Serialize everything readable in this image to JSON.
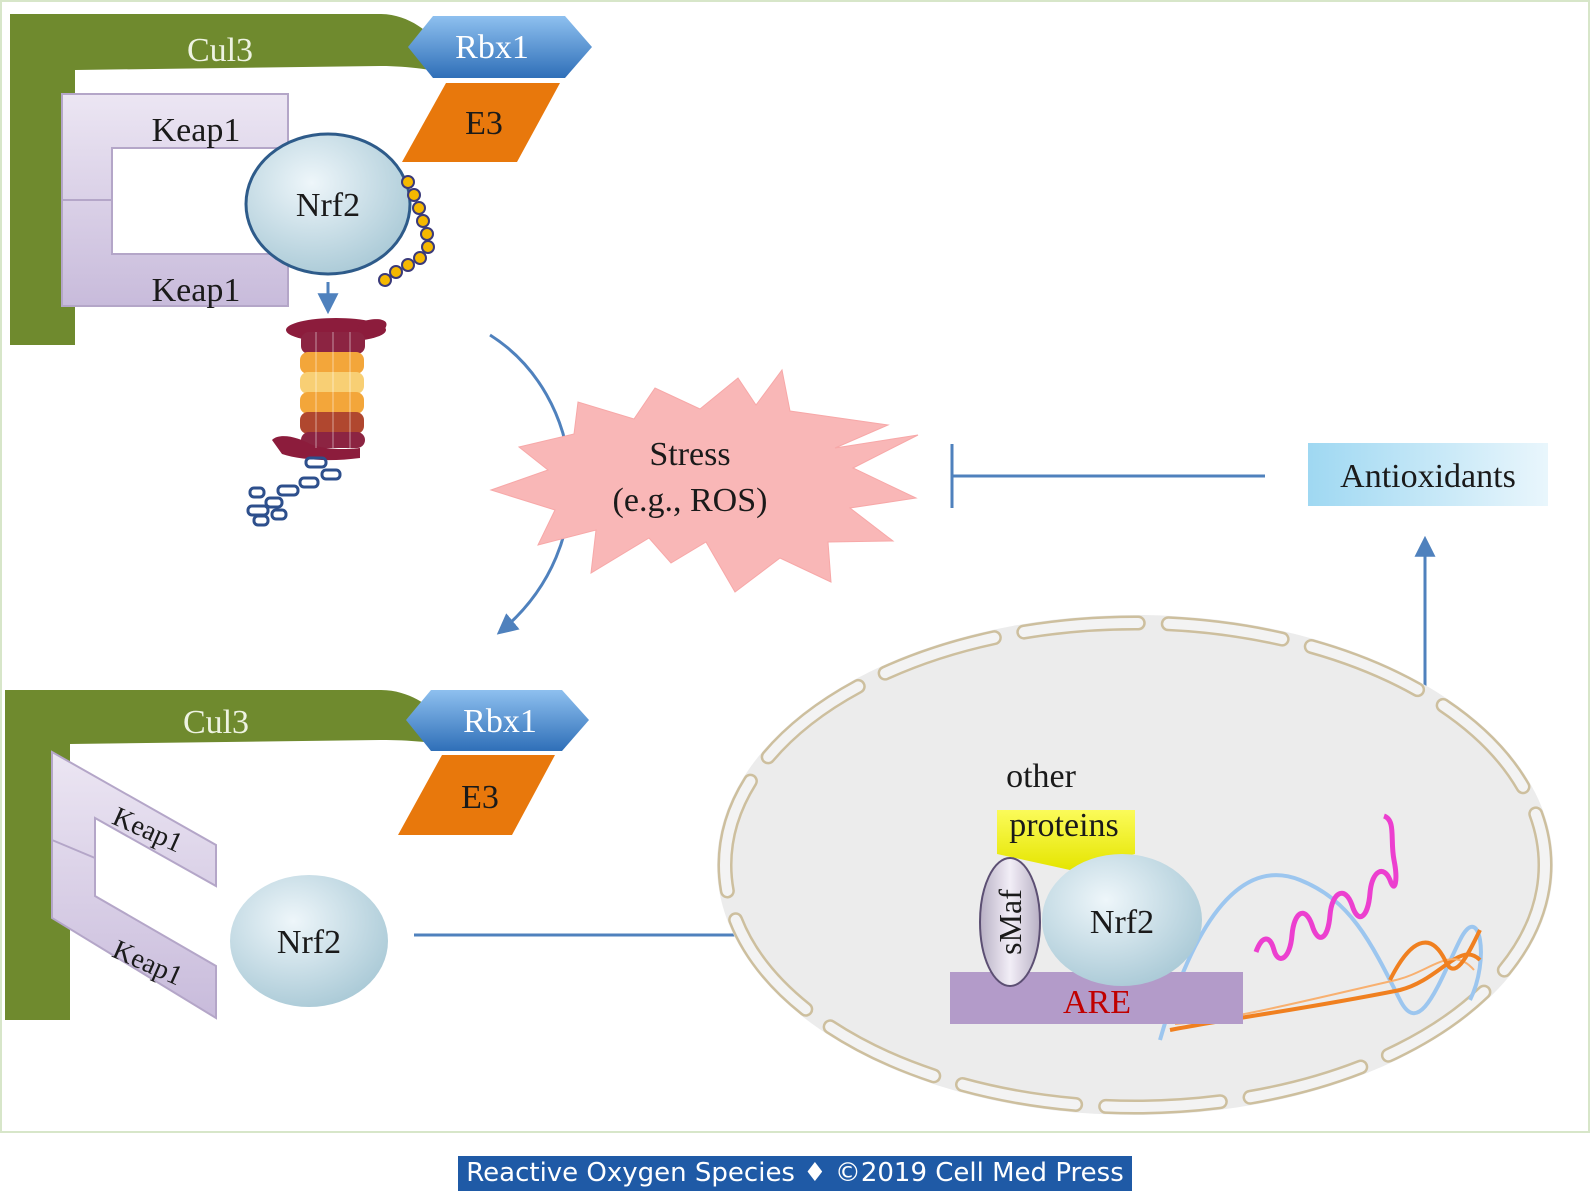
{
  "top_complex": {
    "cul3": "Cul3",
    "rbx1": "Rbx1",
    "e3": "E3",
    "keap1_upper": "Keap1",
    "keap1_lower": "Keap1",
    "nrf2": "Nrf2"
  },
  "stress": {
    "line1": "Stress",
    "line2": "(e.g., ROS)"
  },
  "antioxidants": "Antioxidants",
  "bottom_complex": {
    "cul3": "Cul3",
    "rbx1": "Rbx1",
    "e3": "E3",
    "keap1_upper": "Keap1",
    "keap1_lower": "Keap1",
    "nrf2": "Nrf2"
  },
  "nucleus": {
    "other": "other",
    "proteins": "proteins",
    "smaf": "sMaf",
    "nrf2": "Nrf2",
    "are": "ARE"
  },
  "footer": "Reactive Oxygen Species ♦ ©2019 Cell Med Press",
  "colors": {
    "cul3": "#6f8a2e",
    "rbx1": "#4a8fd8",
    "e3": "#e8780c",
    "keap1": "#d9cfe6",
    "nrf2": "#c7dde6",
    "stress": "#f9b7b7",
    "are": "#b39bc9",
    "proteins": "#f2f200",
    "arrow": "#4f81bd",
    "footer": "#1f5aa6"
  }
}
